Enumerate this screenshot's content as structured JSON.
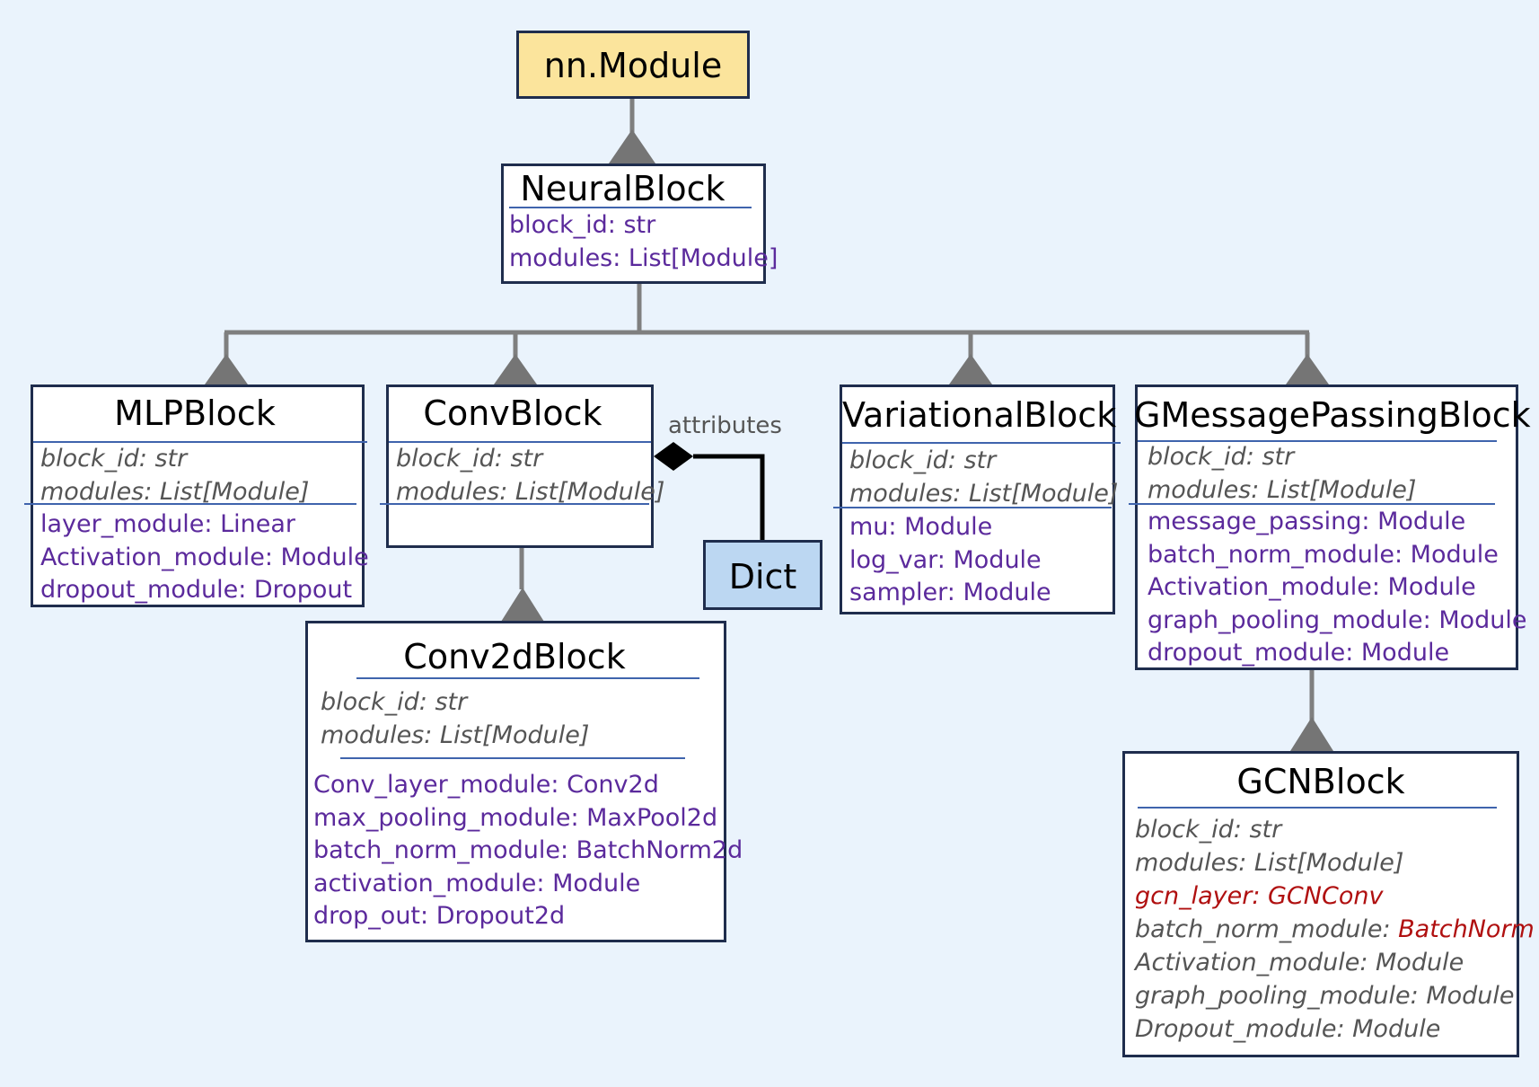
{
  "root": {
    "title": "nn.Module"
  },
  "neural_block": {
    "title": "NeuralBlock",
    "attrs": [
      "block_id: str",
      "modules: List[Module]"
    ]
  },
  "mlp_block": {
    "title": "MLPBlock",
    "inherited": [
      "block_id: str",
      "modules: List[Module]"
    ],
    "attrs": [
      "layer_module: Linear",
      "Activation_module: Module",
      "dropout_module: Dropout"
    ]
  },
  "conv_block": {
    "title": "ConvBlock",
    "inherited": [
      "block_id: str",
      "modules: List[Module]"
    ]
  },
  "relation_label": "attributes",
  "dict_box": {
    "title": "Dict"
  },
  "conv2d_block": {
    "title": "Conv2dBlock",
    "inherited": [
      "block_id: str",
      "modules: List[Module]"
    ],
    "attrs": [
      "Conv_layer_module: Conv2d",
      "max_pooling_module: MaxPool2d",
      "batch_norm_module: BatchNorm2d",
      "activation_module: Module",
      "drop_out: Dropout2d"
    ]
  },
  "variational_block": {
    "title": "VariationalBlock",
    "inherited": [
      "block_id: str",
      "modules: List[Module]"
    ],
    "attrs": [
      "mu: Module",
      "log_var: Module",
      "sampler: Module"
    ]
  },
  "gmp_block": {
    "title": "GMessagePassingBlock",
    "inherited": [
      "block_id: str",
      "modules: List[Module]"
    ],
    "attrs": [
      "message_passing: Module",
      "batch_norm_module: Module",
      "Activation_module: Module",
      "graph_pooling_module: Module",
      "dropout_module: Module"
    ]
  },
  "gcn_block": {
    "title": "GCNBlock",
    "inherited_1": [
      "block_id: str",
      "modules: List[Module]"
    ],
    "gcn_layer": "gcn_layer: GCNConv",
    "batch_norm_prefix": "batch_norm_module: ",
    "batch_norm_type": "BatchNorm",
    "inherited_2": [
      "Activation_module: Module",
      "graph_pooling_module: Module",
      "Dropout_module: Module"
    ]
  },
  "colors": {
    "background": "#eaf3fc",
    "root_fill": "#fbe49c",
    "dict_fill": "#bcd7f2",
    "border": "#1f2d4d",
    "connector": "#7f7f7f",
    "separator": "#3f64ad",
    "own_attr": "#5b2a9c",
    "inherited_attr": "#555555",
    "highlight": "#b01010"
  }
}
